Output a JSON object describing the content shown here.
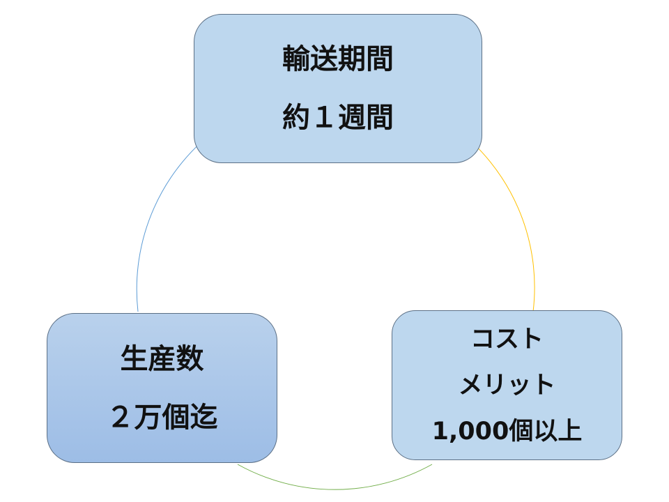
{
  "diagram": {
    "nodes": [
      {
        "id": "transport-period",
        "lines": [
          "輸送期間",
          "約１週間"
        ]
      },
      {
        "id": "cost-merit",
        "lines": [
          "コスト",
          "メリット",
          "1,000個以上"
        ]
      },
      {
        "id": "production-volume",
        "lines": [
          "生産数",
          "２万個迄"
        ]
      }
    ],
    "connectors": [
      {
        "from": "production-volume",
        "to": "transport-period",
        "color": "#5b9bd5"
      },
      {
        "from": "transport-period",
        "to": "cost-merit",
        "color": "#ffc000"
      },
      {
        "from": "cost-merit",
        "to": "production-volume",
        "color": "#70ad47"
      }
    ]
  }
}
